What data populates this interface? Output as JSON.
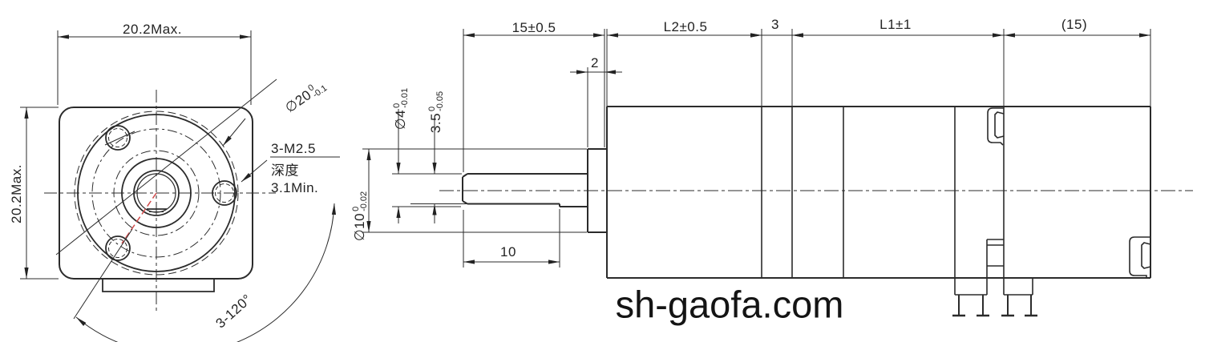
{
  "watermark": "sh-gaofa.com",
  "front_view": {
    "dim_width": "20.2Max.",
    "dim_height": "20.2Max.",
    "pilot_dia": {
      "value": "∅20",
      "tol_upper": "0",
      "tol_lower": "-0.1"
    },
    "screw_note": {
      "line1": "3-M2.5",
      "line2": "深度",
      "line3": "3.1Min."
    },
    "angle_dim": "3-120°"
  },
  "side_view": {
    "dim_shaft_len": "15±0.5",
    "dim_gearbox_len": "L2±0.5",
    "dim_spacer": "3",
    "dim_motor_len": "L1±1",
    "dim_rear_len": "(15)",
    "dim_boss_len": "2",
    "dim_flat_len": "10",
    "shaft_dia": {
      "value": "∅4",
      "tol_upper": "0",
      "tol_lower": "-0.01"
    },
    "flat_height": {
      "value": "3.5",
      "tol_upper": "0",
      "tol_lower": "-0.05"
    },
    "boss_dia": {
      "value": "∅10",
      "tol_upper": "0",
      "tol_lower": "-0.02"
    }
  },
  "colors": {
    "line": "#2b2b2b",
    "accent_red": "#d14b4b",
    "background": "#ffffff"
  }
}
